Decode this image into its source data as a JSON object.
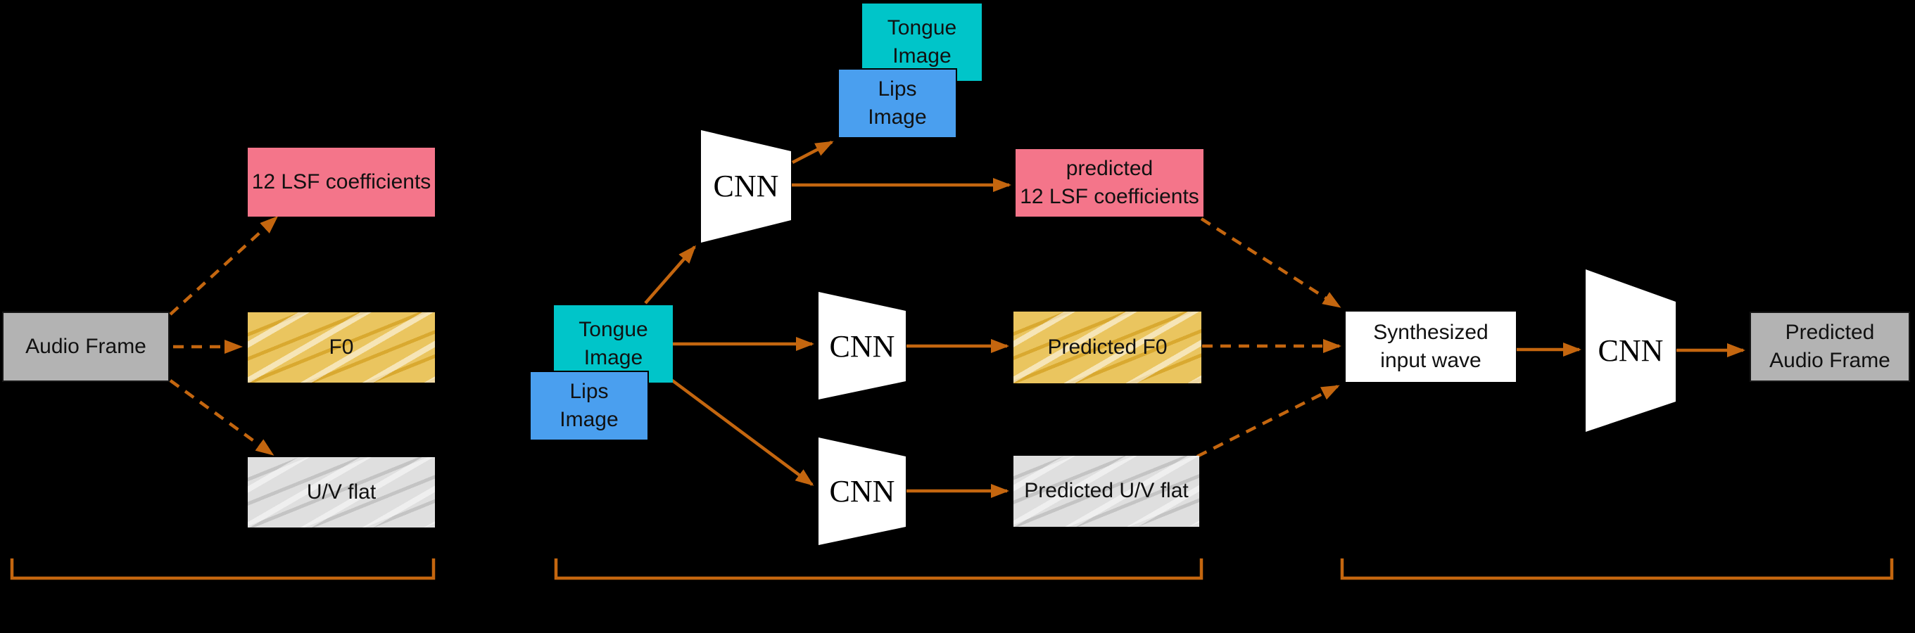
{
  "figure": {
    "type": "pipeline-diagram",
    "description": "Articulatory-to-speech synthesis diagram: audio frame features, CNNs mapping tongue/lips images to predicted features, and waveform synthesis CNN"
  },
  "colors": {
    "bg": "#000000",
    "arrow": "#C4660F",
    "pink": "#F4758A",
    "teal": "#00C5C9",
    "blue": "#4A9FEF",
    "graybox": "#B3B3B3",
    "white": "#FFFFFF",
    "yellow": "#EAC55F",
    "yellowdark": "#D9A930",
    "hatchgray": "#DFDFDF",
    "hatchgraydark": "#C4C4C4",
    "text": "#111111"
  },
  "nodes": {
    "audio_frame": {
      "label": "Audio Frame"
    },
    "lsf": {
      "label": "12 LSF coefficients"
    },
    "f0": {
      "label": "F0"
    },
    "uv": {
      "label": "U/V flat"
    },
    "tongue_mid": {
      "label": "Tongue\nImage"
    },
    "lips_mid": {
      "label": "Lips\nImage"
    },
    "cnn1": {
      "label": "CNN"
    },
    "cnn2": {
      "label": "CNN"
    },
    "cnn3": {
      "label": "CNN"
    },
    "cnn4": {
      "label": "CNN"
    },
    "tongue_top": {
      "label": "Tongue\nImage"
    },
    "lips_top": {
      "label": "Lips\nImage"
    },
    "pred_lsf": {
      "label": "predicted\n12 LSF coefficients"
    },
    "pred_f0": {
      "label": "Predicted F0"
    },
    "pred_uv": {
      "label": "Predicted U/V flat"
    },
    "synth": {
      "label": "Synthesized\ninput wave"
    },
    "pred_audio": {
      "label": "Predicted\nAudio Frame"
    }
  }
}
